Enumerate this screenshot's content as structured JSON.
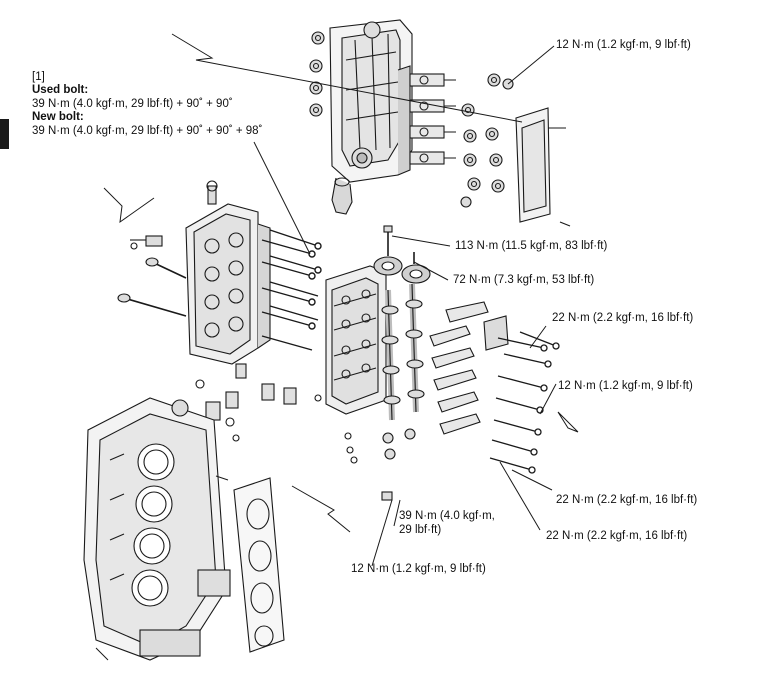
{
  "note": {
    "ref": "[1]",
    "used_bolt_label": "Used bolt:",
    "used_bolt_spec": "39 N·m (4.0 kgf·m, 29 lbf·ft) + 90˚ + 90˚",
    "new_bolt_label": "New bolt:",
    "new_bolt_spec": "39 N·m (4.0 kgf·m, 29 lbf·ft) + 90˚ + 90˚ + 98˚"
  },
  "torque_labels": {
    "head_cover": "12 N·m (1.2 kgf·m, 9 lbf·ft)",
    "camshaft_bolt": "113 N·m (11.5 kgf·m, 83 lbf·ft)",
    "pulley_bolt": "72 N·m (7.3 kgf·m, 53 lbf·ft)",
    "rocker_shaft_upper": "22 N·m (2.2 kgf·m, 16 lbf·ft)",
    "rocker_mid": "12 N·m (1.2 kgf·m, 9 lbf·ft)",
    "rocker_lower_1": "22 N·m (2.2 kgf·m, 16 lbf·ft)",
    "rocker_lower_2": "22 N·m (2.2 kgf·m, 16 lbf·ft)",
    "plug_line1": "39 N·m (4.0 kgf·m,",
    "plug_line2": "29 lbf·ft)",
    "bottom_bolt": "12 N·m (1.2 kgf·m, 9 lbf·ft)"
  }
}
